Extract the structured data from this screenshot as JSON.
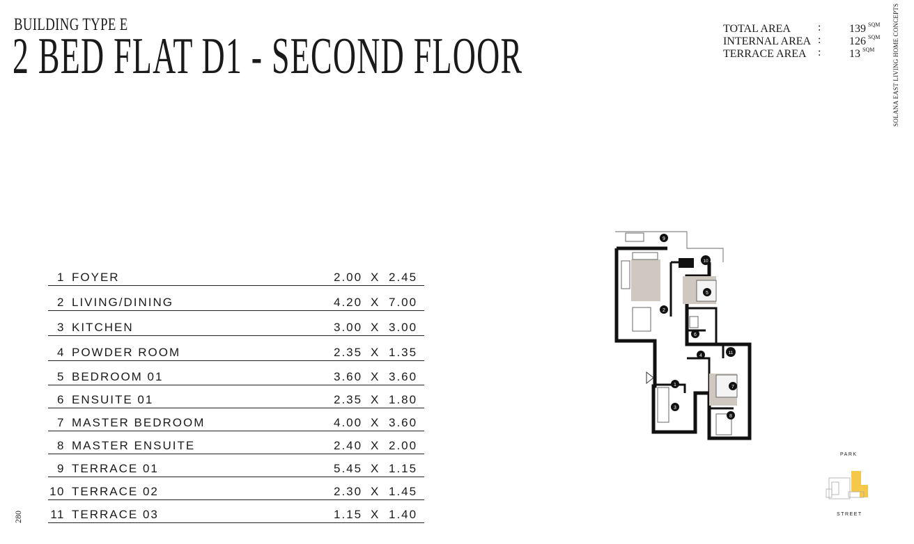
{
  "header": {
    "subtitle": "BUILDING TYPE E",
    "title": "2 BED FLAT D1 - SECOND FLOOR"
  },
  "areas": [
    {
      "label": "TOTAL AREA",
      "colon": ":",
      "value": "139",
      "unit": "SQM"
    },
    {
      "label": "INTERNAL AREA",
      "colon": ":",
      "value": "126",
      "unit": "SQM"
    },
    {
      "label": "TERRACE AREA",
      "colon": ":",
      "value": "13",
      "unit": "SQM"
    }
  ],
  "brand_vertical": "SOLANA EAST LIVING HOME CONCEPTS",
  "page_number": "280",
  "rooms": [
    {
      "num": "1",
      "name": "FOYER",
      "w": "2.00",
      "x": "X",
      "h": "2.45"
    },
    {
      "num": "2",
      "name": "LIVING/DINING",
      "w": "4.20",
      "x": "X",
      "h": "7.00"
    },
    {
      "num": "3",
      "name": "KITCHEN",
      "w": "3.00",
      "x": "X",
      "h": "3.00"
    },
    {
      "num": "4",
      "name": "POWDER ROOM",
      "w": "2.35",
      "x": "X",
      "h": "1.35"
    },
    {
      "num": "5",
      "name": "BEDROOM 01",
      "w": "3.60",
      "x": "X",
      "h": "3.60"
    },
    {
      "num": "6",
      "name": "ENSUITE 01",
      "w": "2.35",
      "x": "X",
      "h": "1.80"
    },
    {
      "num": "7",
      "name": "MASTER BEDROOM",
      "w": "4.00",
      "x": "X",
      "h": "3.60"
    },
    {
      "num": "8",
      "name": "MASTER ENSUITE",
      "w": "2.40",
      "x": "X",
      "h": "2.00"
    },
    {
      "num": "9",
      "name": "TERRACE 01",
      "w": "5.45",
      "x": "X",
      "h": "1.15"
    },
    {
      "num": "10",
      "name": "TERRACE 02",
      "w": "2.30",
      "x": "X",
      "h": "1.45"
    },
    {
      "num": "11",
      "name": "TERRACE 03",
      "w": "1.15",
      "x": "X",
      "h": "1.40"
    }
  ],
  "plan_markers": [
    "1",
    "2",
    "3",
    "4",
    "5",
    "6",
    "7",
    "8",
    "9",
    "10",
    "11"
  ],
  "keymap": {
    "top_label": "PARK",
    "bottom_label": "STREET",
    "highlight_color": "#f5c84a"
  },
  "colors": {
    "wall": "#111111",
    "rug": "#cfc8c0",
    "marker": "#111111"
  }
}
